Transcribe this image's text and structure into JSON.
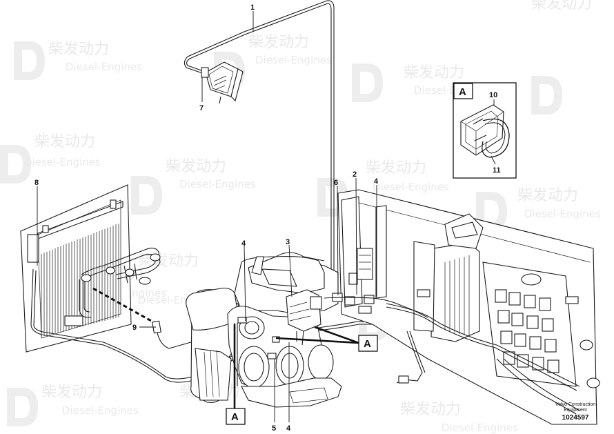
{
  "watermark": {
    "brand_cn": "柴发动力",
    "brand_en": "Diesel-Engines"
  },
  "callouts": {
    "c1": "1",
    "c2": "2",
    "c3": "3",
    "c4a": "4",
    "c4b": "4",
    "c4c": "4",
    "c5": "5",
    "c6": "6",
    "c7": "7",
    "c8": "8",
    "c9": "9",
    "c10": "10",
    "c11": "11"
  },
  "detail_labels": {
    "inset": "A",
    "ref_right": "A",
    "ref_bottom": "A"
  },
  "caption": {
    "line1": "Volvo Construction",
    "line2": "Equipment",
    "number": "1024597"
  }
}
